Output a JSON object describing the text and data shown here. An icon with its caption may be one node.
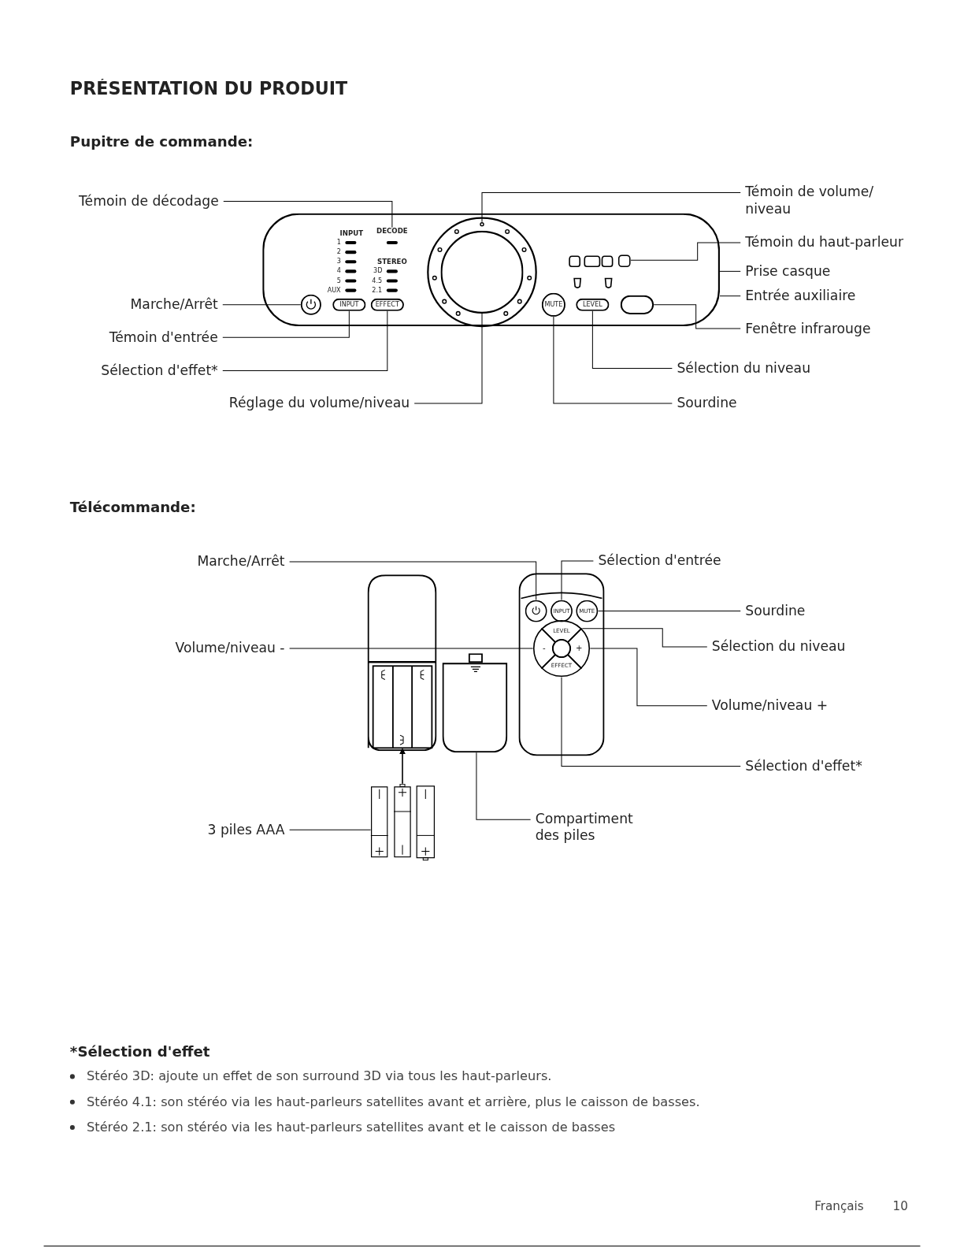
{
  "diagram": {
    "title": "PRÉSENTATION DU PRODUIT",
    "nodes": [
      {
        "text": [
          "Témoin de décodage"
        ]
      },
      {
        "text": [
          "Témoin de volume/ niveau"
        ]
      },
      {
        "text": [
          "Témoin du haut-parleur"
        ]
      },
      {
        "text": [
          "Prise casque"
        ]
      },
      {
        "text": [
          "Entrée auxiliaire"
        ]
      },
      {
        "text": [
          "Marche/Arrêt"
        ]
      },
      {
        "text": [
          "Fenêtre infrarouge"
        ]
      },
      {
        "text": [
          "Témoin d'entrée"
        ]
      },
      {
        "text": [
          "Sélection d'effet*"
        ]
      },
      {
        "text": [
          "Sélection du niveau"
        ]
      },
      {
        "text": [
          "Réglage du volume/niveau"
        ]
      },
      {
        "text": [
          "Sourdine"
        ]
      },
      {
        "text": [
          "Marche/Arrêt"
        ]
      },
      {
        "text": [
          "Sélection d'entrée"
        ]
      },
      {
        "text": [
          "Sourdine"
        ]
      },
      {
        "text": [
          "Volume/niveau -"
        ]
      },
      {
        "text": [
          "Sélection du niveau"
        ]
      },
      {
        "text": [
          "Volume/niveau +"
        ]
      },
      {
        "text": [
          "Sélection d'effet*"
        ]
      },
      {
        "text": [
          "3 piles AAA"
        ]
      },
      {
        "text": [
          "Compartiment des piles"
        ]
      },
      {
        "text": [],
        "shape": "box"
      },
      {
        "text": [
          "DECODE"
        ],
        "in": 21
      },
      {
        "text": [],
        "shape": "circle",
        "in": 21
      },
      {
        "text": [],
        "shape": "circle",
        "in": 21
      },
      {
        "text": [],
        "shape": "box",
        "in": 21
      },
      {
        "text": [],
        "shape": "circle",
        "in": 21
      },
      {
        "text": [
          "INPUT"
        ],
        "in": 21
      },
      {
        "text": [
          "EFFECT"
        ],
        "in": 21
      },
      {
        "text": [
          "MUTE"
        ],
        "in": 21
      },
      {
        "text": [
          "LEVEL"
        ],
        "in": 21
      },
      {
        "text": [],
        "shape": "ellipse",
        "in": 21
      },
      {
        "text": [],
        "shape": "box"
      },
      {
        "text": [],
        "shape": "circle",
        "in": 32
      },
      {
        "text": [
          "INPUT"
        ],
        "in": 32
      },
      {
        "text": [
          "MUTE"
        ],
        "in": 32
      },
      {
        "text": [
          "LEVEL"
        ],
        "in": 32
      },
      {
        "text": [
          "-"
        ],
        "in": 32
      },
      {
        "text": [
          "+"
        ],
        "in": 32
      },
      {
        "text": [
          "EFFECT"
        ],
        "in": 32
      },
      {
        "text": [],
        "shape": "battery"
      },
      {
        "text": [],
        "shape": "box"
      },
      {
        "text": [],
        "shape": "box"
      },
      {
        "text": [],
        "shape": "battery"
      }
    ],
    "edges": [
      {
        "from": 0,
        "to": 22,
        "arrow": "none"
      },
      {
        "from": 1,
        "to": 23,
        "arrow": "none"
      },
      {
        "from": 2,
        "to": 25,
        "arrow": "none"
      },
      {
        "from": 3,
        "to": 21,
        "arrow": "none"
      },
      {
        "from": 4,
        "to": 21,
        "arrow": "none"
      },
      {
        "from": 5,
        "to": 26,
        "arrow": "none"
      },
      {
        "from": 6,
        "to": 31,
        "arrow": "none"
      },
      {
        "from": 7,
        "to": 27,
        "arrow": "none"
      },
      {
        "from": 8,
        "to": 28,
        "arrow": "none"
      },
      {
        "from": 9,
        "to": 30,
        "arrow": "none"
      },
      {
        "from": 10,
        "to": 24,
        "arrow": "none"
      },
      {
        "from": 11,
        "to": 29,
        "arrow": "none"
      },
      {
        "from": 12,
        "to": 33,
        "arrow": "none"
      },
      {
        "from": 13,
        "to": 34,
        "arrow": "none"
      },
      {
        "from": 14,
        "to": 35,
        "arrow": "none"
      },
      {
        "from": 15,
        "to": 37,
        "arrow": "none"
      },
      {
        "from": 16,
        "to": 36,
        "arrow": "none"
      },
      {
        "from": 17,
        "to": 38,
        "arrow": "none"
      },
      {
        "from": 18,
        "to": 39,
        "arrow": "none"
      },
      {
        "from": 19,
        "to": 40,
        "arrow": "none"
      },
      {
        "from": 20,
        "to": 42,
        "arrow": "none"
      },
      {
        "from": 43,
        "to": 41,
        "arrow": "to"
      }
    ],
    "labels": [
      "Pupitre de commande:",
      "INPUT",
      "1",
      "2",
      "3",
      "STEREO",
      "4",
      "3D",
      "5",
      "4.5",
      "AUX",
      "2.1",
      "Télécommande:",
      "*Sélection d'effet",
      "Stéréo 3D: ajoute un effet de son surround 3D via tous les haut-parleurs.",
      "Stéréo 4.1: son stéréo via les haut-parleurs satellites avant et arrière, plus le caisson de basses.",
      "Stéréo 2.1: son stéréo via les haut-parleurs satellites avant et le caisson de basses",
      "Français",
      "10"
    ]
  }
}
